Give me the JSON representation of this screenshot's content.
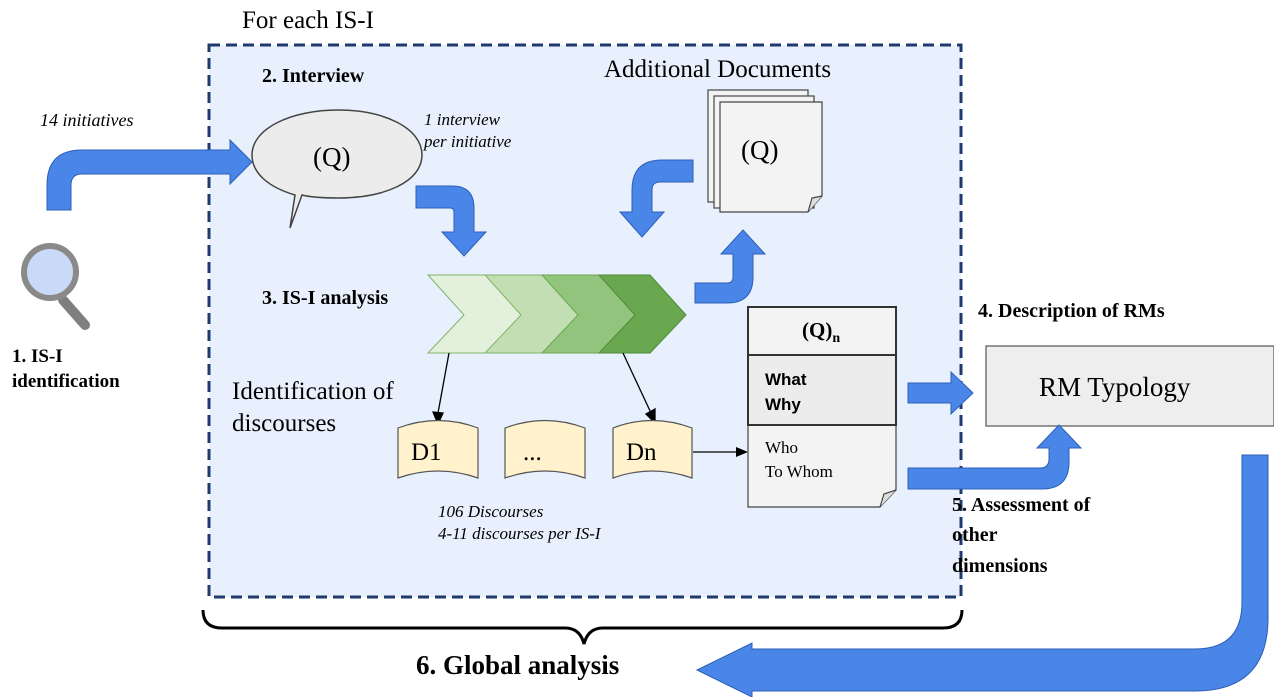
{
  "frame": {
    "label": "For each IS-I",
    "fill": "#e8f0fd",
    "border_color": "#1f3a6e"
  },
  "colors": {
    "arrow": "#4a86e8",
    "arrow_stroke": "#2c5fb8",
    "chevrons": [
      "#e3f0dc",
      "#c1dfb2",
      "#93c47d",
      "#6aa84f"
    ],
    "scroll_fill": "#fff2cc",
    "bubble_fill": "#ececec",
    "doc_fill": "#f3f3f3"
  },
  "step1": {
    "icon": "magnifier-icon",
    "line1": "1. IS-I",
    "line2": "identification",
    "note": "14 initiatives"
  },
  "step2": {
    "title": "2. Interview",
    "bubble": "(Q)",
    "note_line1": "1 interview",
    "note_line2": "per initiative"
  },
  "additional_docs": {
    "title": "Additional Documents",
    "doc_label": "(Q)"
  },
  "step3": {
    "title": "3. IS-I analysis",
    "identification_line1": "Identification of",
    "identification_line2": "discourses",
    "discourses": [
      "D1",
      "...",
      "Dn"
    ],
    "note_line1": "106 Discourses",
    "note_line2": "4-11 discourses per IS-I"
  },
  "qn_doc": {
    "header": "(Q)",
    "header_sub": "n",
    "section1_line1": "What",
    "section1_line2": "Why",
    "section2_line1": "Who",
    "section2_line2": "To Whom"
  },
  "step4": {
    "title": "4. Description of RMs",
    "box_label": "RM Typology"
  },
  "step5": {
    "line1": "5. Assessment of",
    "line2": "other",
    "line3": "dimensions"
  },
  "step6": {
    "title": "6. Global analysis"
  }
}
